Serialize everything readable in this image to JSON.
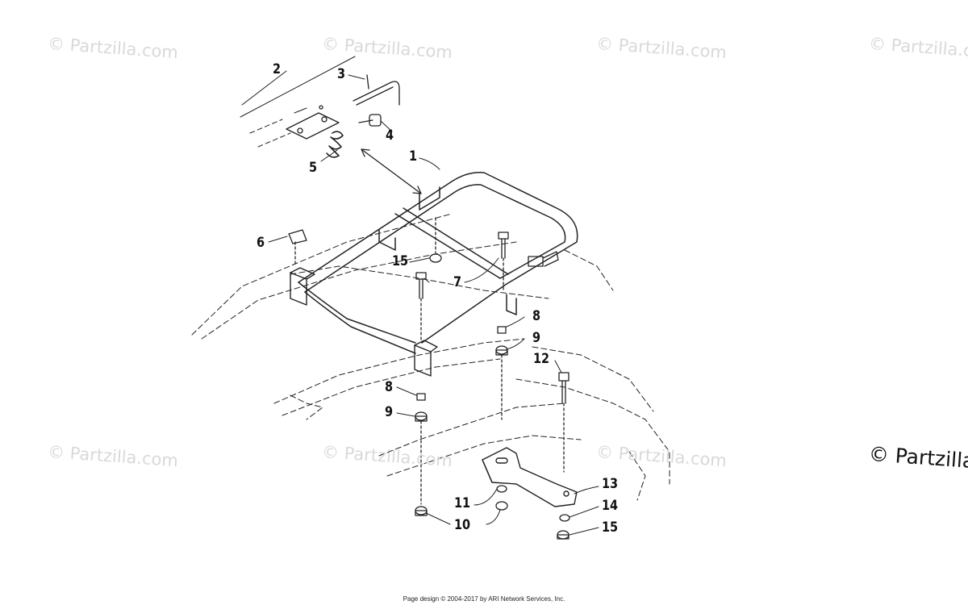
{
  "watermark": {
    "text": "© Partzilla.com",
    "corner_text": "© Partzilla"
  },
  "callouts": {
    "c1": "1",
    "c2": "2",
    "c3": "3",
    "c4": "4",
    "c5": "5",
    "c6": "6",
    "c7": "7",
    "c8a": "8",
    "c8b": "8",
    "c9a": "9",
    "c9b": "9",
    "c10": "10",
    "c11": "11",
    "c12": "12",
    "c13": "13",
    "c14": "14",
    "c15a": "15",
    "c15b": "15"
  },
  "footer": "Page design © 2004-2017 by ARI Network Services, Inc."
}
